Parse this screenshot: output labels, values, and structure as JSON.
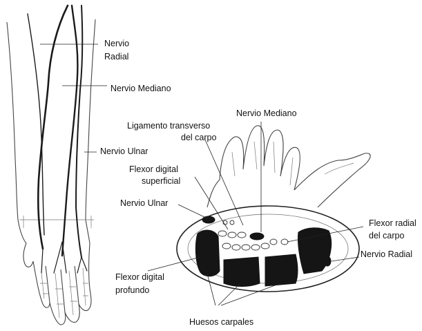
{
  "labels": {
    "nervio_radial_arm": [
      "Nervio",
      "Radial"
    ],
    "nervio_mediano_arm": "Nervio Mediano",
    "nervio_ulnar_arm": "Nervio Ulnar",
    "nervio_mediano_hand": "Nervio Mediano",
    "ligamento": [
      "Ligamento transverso",
      "del carpo"
    ],
    "flexor_superficial": [
      "Flexor digital",
      "superficial"
    ],
    "nervio_ulnar_hand": "Nervio Ulnar",
    "flexor_radial": [
      "Flexor radial",
      "del carpo"
    ],
    "nervio_radial_hand": "Nervio Radial",
    "flexor_profundo": [
      "Flexor digital",
      "profundo"
    ],
    "huesos": "Huesos carpales"
  }
}
